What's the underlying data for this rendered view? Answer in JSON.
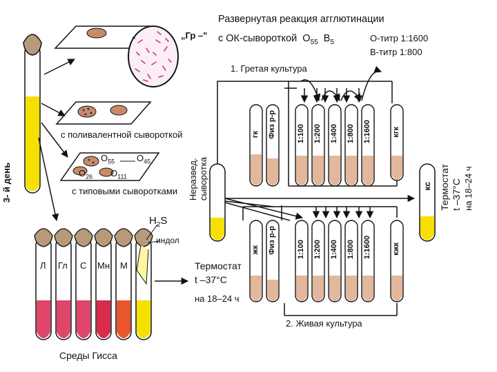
{
  "title": {
    "line1": "Развернутая реакция агглютинации",
    "line2_prefix": "с ОК-сывороткой",
    "o_antigen": "O",
    "o_sub": "55",
    "b_antigen": "B",
    "b_sub": "5"
  },
  "titers": {
    "o_titer": "О-титр 1:1600",
    "b_titer": "В-титр  1:800"
  },
  "gram_label": "„Гр –\"",
  "plate_labels": {
    "polyvalent": "с поливалентной сывороткой",
    "typed": "с типовыми сыворотками",
    "o55": "O",
    "o55_sub": "55",
    "o45": "O",
    "o45_sub": "45",
    "o26": "O",
    "o26_sub": "26",
    "o111": "O",
    "o111_sub": "111"
  },
  "day_label": "3- й день",
  "hiss": {
    "tube_labels": [
      "Л",
      "Гл",
      "С",
      "Мн",
      "М"
    ],
    "h2s": "H",
    "h2s_sub": "2",
    "h2s_s": "S",
    "indole": "индол",
    "caption": "Среды Гисса"
  },
  "thermostat_left": {
    "line1": "Термостат",
    "line2": "t  –37°С",
    "line3": "на 18–24 ч"
  },
  "serum_tube": {
    "line1": "Неразвед.",
    "line2": "сыворотка"
  },
  "heated": {
    "heading": "1. Гретая культура",
    "tubes": [
      "гк",
      "Физ р-р",
      "1:100",
      "1:200",
      "1:400",
      "1:800",
      "1:1600",
      "кгк"
    ]
  },
  "live": {
    "heading": "2. Живая культура",
    "tubes": [
      "жк",
      "Физ р-р",
      "1:100",
      "1:200",
      "1:400",
      "1:800",
      "1:1600",
      "кжк"
    ]
  },
  "control_tube": "кс",
  "thermostat_right": {
    "line1": "Термостат",
    "line2": "t  –37°С",
    "line3": "на 18–24 ч"
  },
  "colors": {
    "yellow": "#f5e000",
    "sediment": "#e3b79b",
    "pink": "#e0456a",
    "deep_pink": "#d92c4b",
    "orange": "#e8552e",
    "plate_fill": "#ffffff",
    "dish_fill": "#f6e6f0",
    "rods": "#cc3a78",
    "colony": "#c98a6a"
  }
}
